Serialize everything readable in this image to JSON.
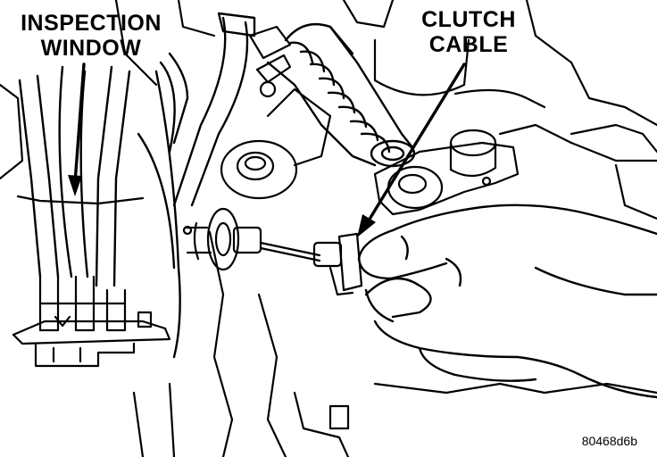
{
  "labels": {
    "inspection_window": [
      "INSPECTION",
      "WINDOW"
    ],
    "clutch_cable": [
      "CLUTCH",
      "CABLE"
    ]
  },
  "figure_id": "80468d6b",
  "colors": {
    "ink": "#000000",
    "paper": "#ffffff"
  }
}
